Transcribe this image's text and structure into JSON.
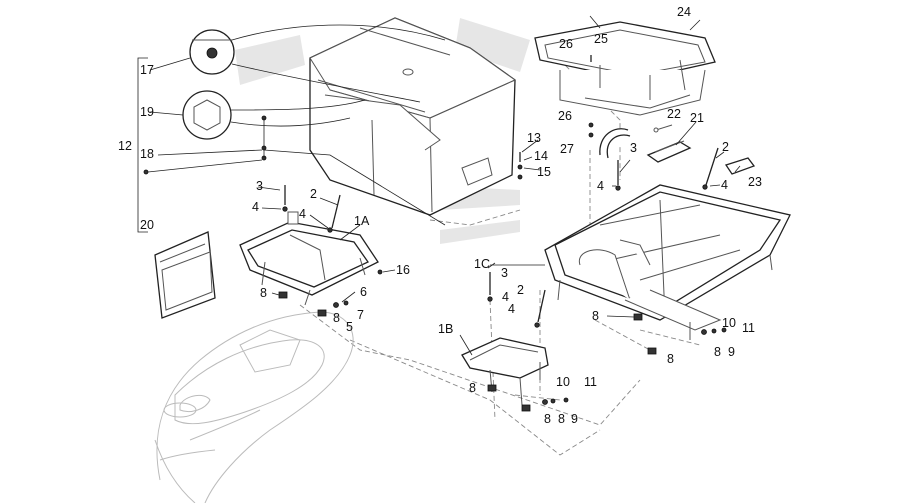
{
  "callouts": {
    "c24": "24",
    "c25": "25",
    "c26a": "26",
    "c26b": "26",
    "c27": "27",
    "c22": "22",
    "c21": "21",
    "c3a": "3",
    "c2a": "2",
    "c4a": "4",
    "c23": "23",
    "c4b": "4",
    "c13": "13",
    "c14": "14",
    "c15": "15",
    "c17": "17",
    "c19": "19",
    "c12": "12",
    "c18": "18",
    "c20": "20",
    "c3b": "3",
    "c2b": "2",
    "c4c": "4",
    "c4d": "4",
    "c1A": "1A",
    "c16": "16",
    "c8a": "8",
    "c6": "6",
    "c8b": "8",
    "c7": "7",
    "c5": "5",
    "c1C": "1C",
    "c3c": "3",
    "c2c": "2",
    "c4e": "4",
    "c4f": "4",
    "c8c": "8",
    "c10a": "10",
    "c11a": "11",
    "c8d": "8",
    "c9a": "9",
    "c8e": "8",
    "c1B": "1B",
    "c8f": "8",
    "c10b": "10",
    "c11b": "11",
    "c8g": "8",
    "c8h": "8",
    "c9b": "9"
  }
}
